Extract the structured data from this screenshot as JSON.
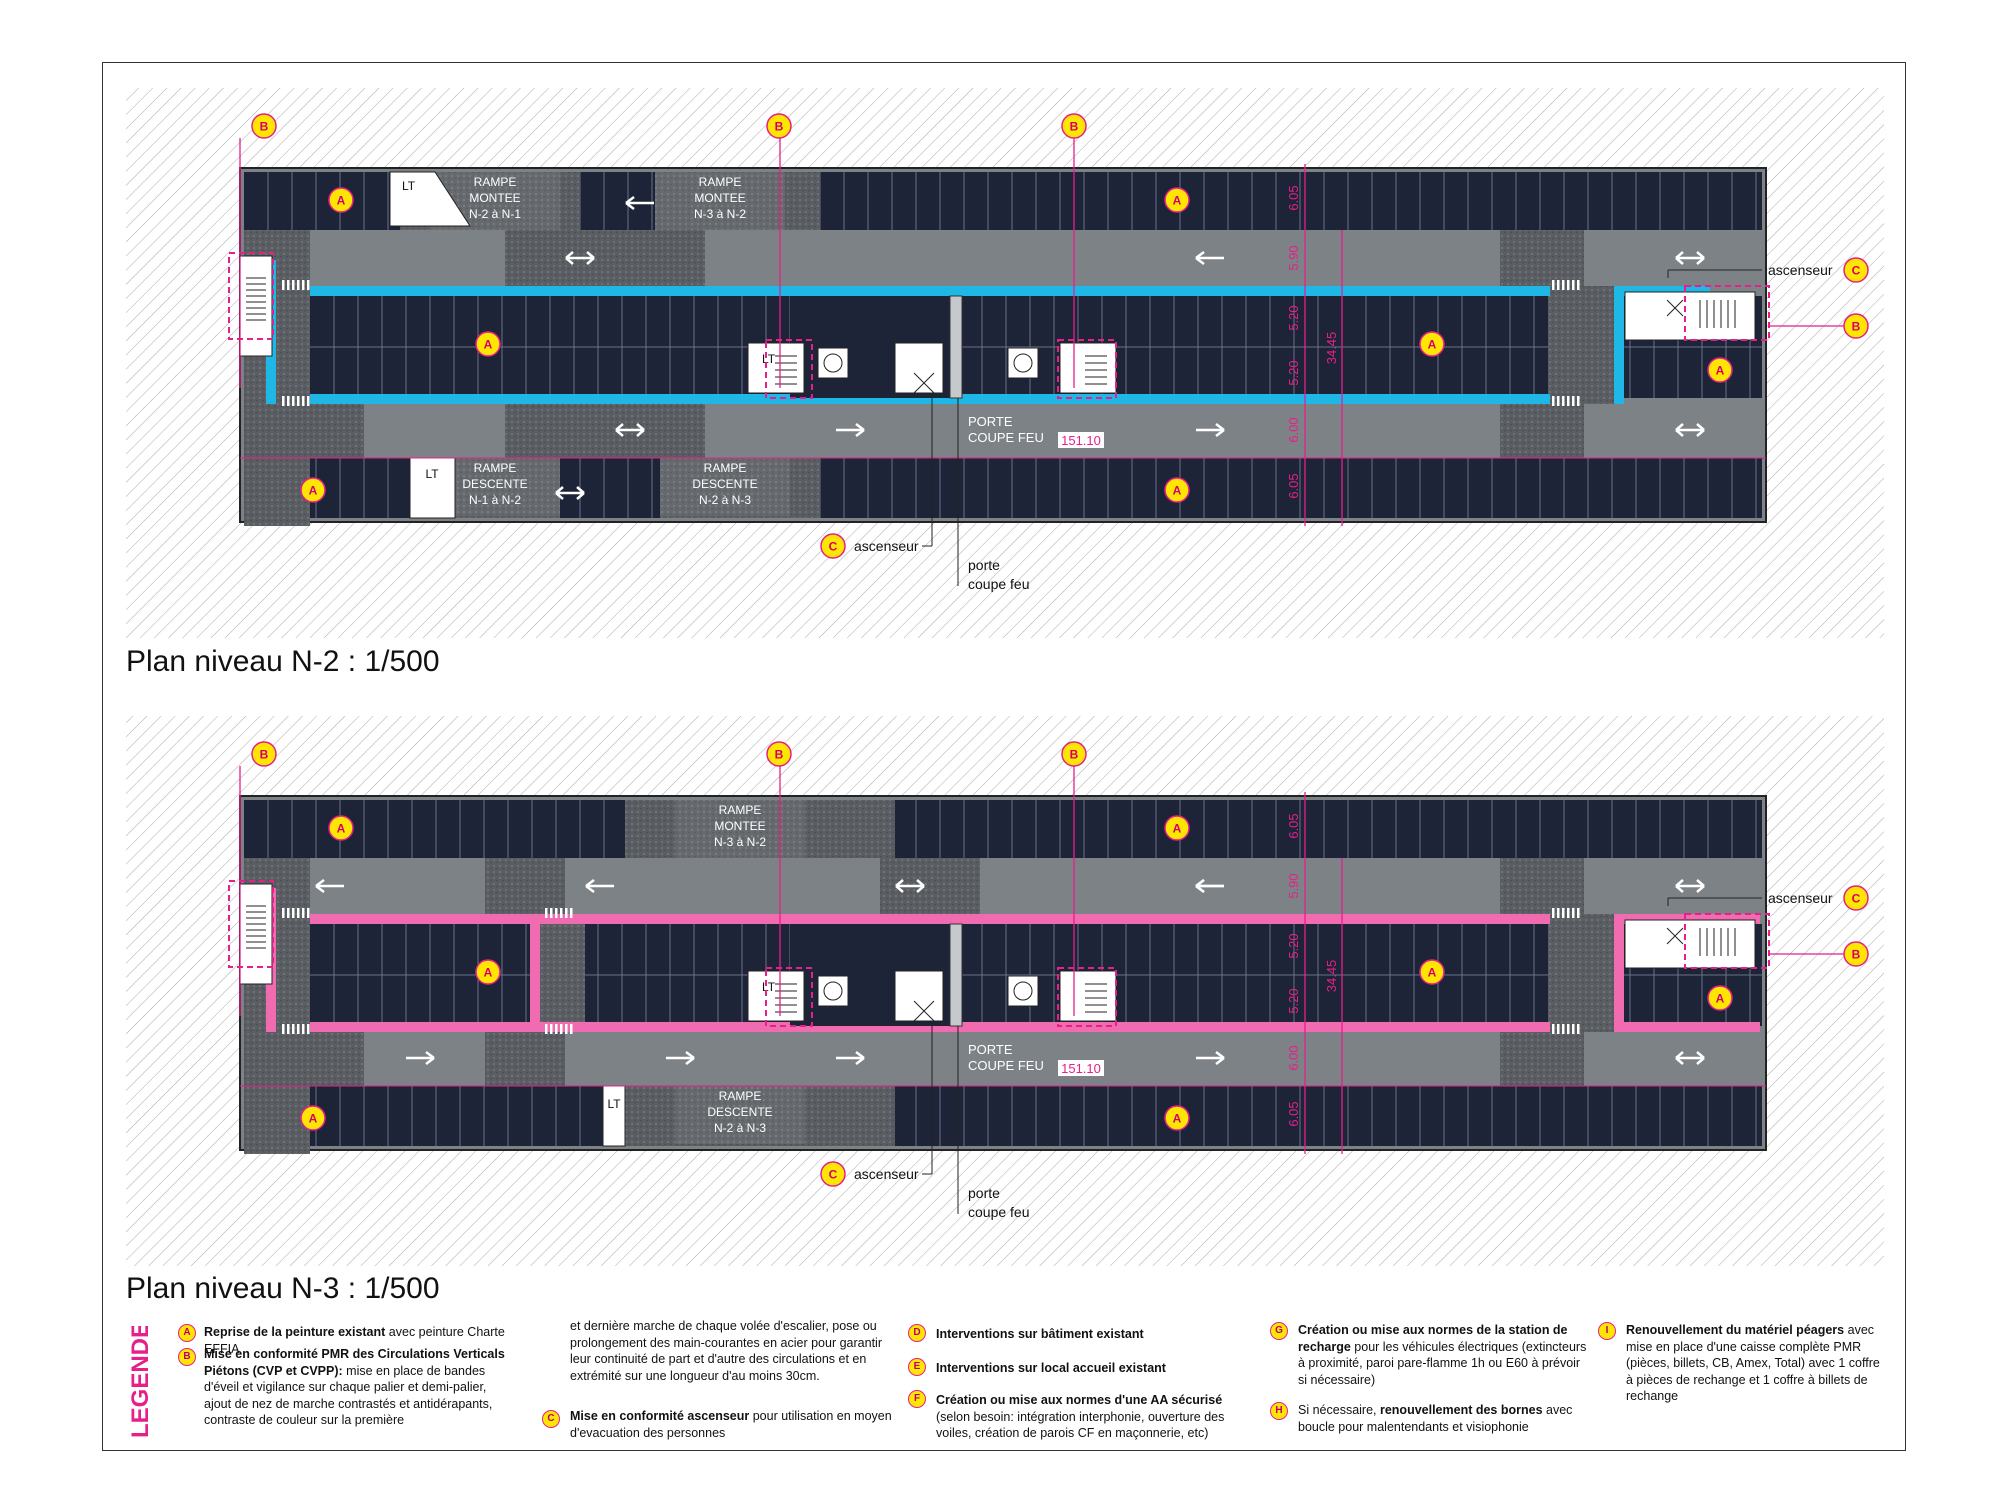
{
  "plans": [
    {
      "id": "n2",
      "title": "Plan niveau N-2 : 1/500",
      "circ_color": "#1fb8e6",
      "ramps": [
        {
          "lines": [
            "RAMPE",
            "MONTEE",
            "N-2 à N-1"
          ]
        },
        {
          "lines": [
            "RAMPE",
            "MONTEE",
            "N-3 à N-2"
          ]
        },
        {
          "lines": [
            "RAMPE",
            "DESCENTE",
            "N-1 à N-2"
          ]
        },
        {
          "lines": [
            "RAMPE",
            "DESCENTE",
            "N-2 à N-3"
          ]
        }
      ],
      "lt": "LT",
      "porte_cf": [
        "PORTE",
        "COUPE FEU"
      ],
      "total_length": "151.10",
      "dims": [
        "6.05",
        "5.90",
        "5.20",
        "5.20",
        "6.00",
        "6.05"
      ],
      "total_width": "34.45",
      "callout_elevator": "ascenseur",
      "callout_door": [
        "porte",
        "coupe feu"
      ]
    },
    {
      "id": "n3",
      "title": "Plan niveau N-3 : 1/500",
      "circ_color": "#f06bb0",
      "ramps": [
        {
          "lines": [
            "RAMPE",
            "MONTEE",
            "N-3 à N-2"
          ]
        },
        {
          "lines": [
            "RAMPE",
            "DESCENTE",
            "N-2 à N-3"
          ]
        }
      ],
      "lt": "LT",
      "porte_cf": [
        "PORTE",
        "COUPE FEU"
      ],
      "total_length": "151.10",
      "dims": [
        "6.05",
        "5.90",
        "5.20",
        "5.20",
        "6.00",
        "6.05"
      ],
      "total_width": "34.45",
      "callout_elevator": "ascenseur",
      "callout_door": [
        "porte",
        "coupe feu"
      ]
    }
  ],
  "markers": {
    "A": "A",
    "B": "B",
    "C": "C"
  },
  "legend": {
    "title": "LEGENDE",
    "items": [
      {
        "badge": "A",
        "bold": "Reprise de la peinture existant",
        "text": " avec peinture Charte EFFIA"
      },
      {
        "badge": "B",
        "bold": "Mise en conformité PMR des Circulations Verticals Piétons (CVP et CVPP):",
        "text": " mise en place de bandes d'éveil et vigilance sur chaque palier et demi-palier, ajout de nez de marche contrastés et antidérapants, contraste de couleur sur la première"
      },
      {
        "badge": "",
        "bold": "",
        "text": "et dernière marche de chaque volée d'escalier, pose ou prolongement des main-courantes en acier pour garantir leur continuité de part et d'autre des circulations et en extrémité sur une longueur d'au moins 30cm."
      },
      {
        "badge": "C",
        "bold": "Mise en conformité ascenseur",
        "text": " pour utilisation en moyen d'evacuation des personnes"
      },
      {
        "badge": "D",
        "bold": "Interventions sur bâtiment existant",
        "text": ""
      },
      {
        "badge": "E",
        "bold": "Interventions sur local accueil existant",
        "text": ""
      },
      {
        "badge": "F",
        "bold": "Création ou mise aux normes d'une AA sécurisé",
        "text": " (selon besoin: intégration interphonie, ouverture des voiles, création de parois CF en maçonnerie, etc)"
      },
      {
        "badge": "G",
        "bold": "Création ou mise aux normes de la station de recharge",
        "text": " pour les véhicules électriques (extincteurs à proximité, paroi pare-flamme 1h ou E60 à prévoir si nécessaire)"
      },
      {
        "badge": "H",
        "bold": "",
        "text": "Si nécessaire, ",
        "bold2": "renouvellement des bornes",
        "text2": " avec boucle pour malentendants et visiophonie"
      },
      {
        "badge": "I",
        "bold": "Renouvellement du matériel péagers",
        "text": " avec mise en place d'une caisse complète PMR (pièces, billets, CB, Amex, Total) avec 1 coffre à pièces de rechange et 1 coffre à billets de rechange"
      }
    ]
  }
}
